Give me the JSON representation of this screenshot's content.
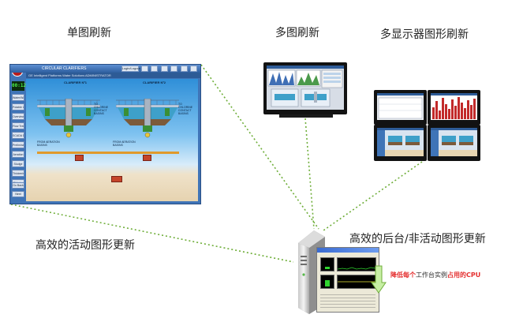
{
  "labels": {
    "single_refresh": "单图刷新",
    "multi_refresh": "多图刷新",
    "multi_monitor_refresh": "多显示器图形刷新",
    "active_update": "高效的活动图形更新",
    "background_update": "高效的后台/非活动图形更新",
    "cpu_note_a": "降低每个",
    "cpu_note_b": "工作台实例",
    "cpu_note_c": "占用的CPU"
  },
  "hmi": {
    "title": "CIRCULAR CLARIFIERS",
    "subtitle": "GE Intelligent Platforms Water Solutions",
    "operator": "ADMINISTRATOR",
    "login_button": "Login/Logout",
    "clock": "00:12",
    "nav": [
      "Water/Water Process",
      "Potable Water Process",
      "Overview",
      "Flow Trends",
      "SCADA Data",
      "Preliminary",
      "Aeration",
      "Sludge",
      "Thickening",
      "Chlorine"
    ],
    "nav_bottom": [
      "Go Back",
      "Next"
    ],
    "clarifier_1": "CLARIFIER Nº1",
    "clarifier_2": "CLARIFIER Nº2",
    "basin_label_1": "FROM AERATION BASINS",
    "basin_label_2": "FROM AERATION BASINS",
    "chlorine_1": "TO CHLORINE CONTACT BASINS",
    "chlorine_2": "TO CHLORINE CONTACT BASINS"
  },
  "colors": {
    "connector": "#6fae3a",
    "hmi_frame": "#3f74b7",
    "cpu_note": "#e53030",
    "arrow": "#8fd060"
  },
  "icons": [
    "server-icon",
    "down-arrow-icon",
    "ge-logo-icon"
  ]
}
